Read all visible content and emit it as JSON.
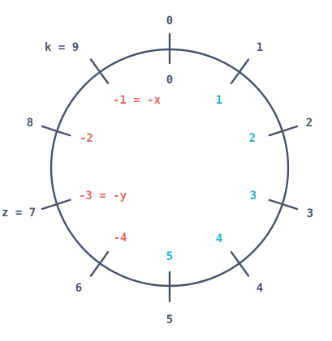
{
  "colors": {
    "ring": "#4a5366",
    "outer_text": "#4a5366",
    "positive": "#1fb3c6",
    "negative": "#e36a63"
  },
  "outer_labels": {
    "t0": "0",
    "t1": "1",
    "t2": "2",
    "t3": "3",
    "t4": "4",
    "t5": "5",
    "t6": "6",
    "t7": "z = 7",
    "t8": "8",
    "t9": "k = 9"
  },
  "inner_labels": {
    "v0": "0",
    "v1": "1",
    "v2": "2",
    "v3": "3",
    "v4": "4",
    "v5": "5",
    "v6": "-4",
    "v7": "-3 = -y",
    "v8": "-2",
    "v9": "-1 = -x"
  }
}
